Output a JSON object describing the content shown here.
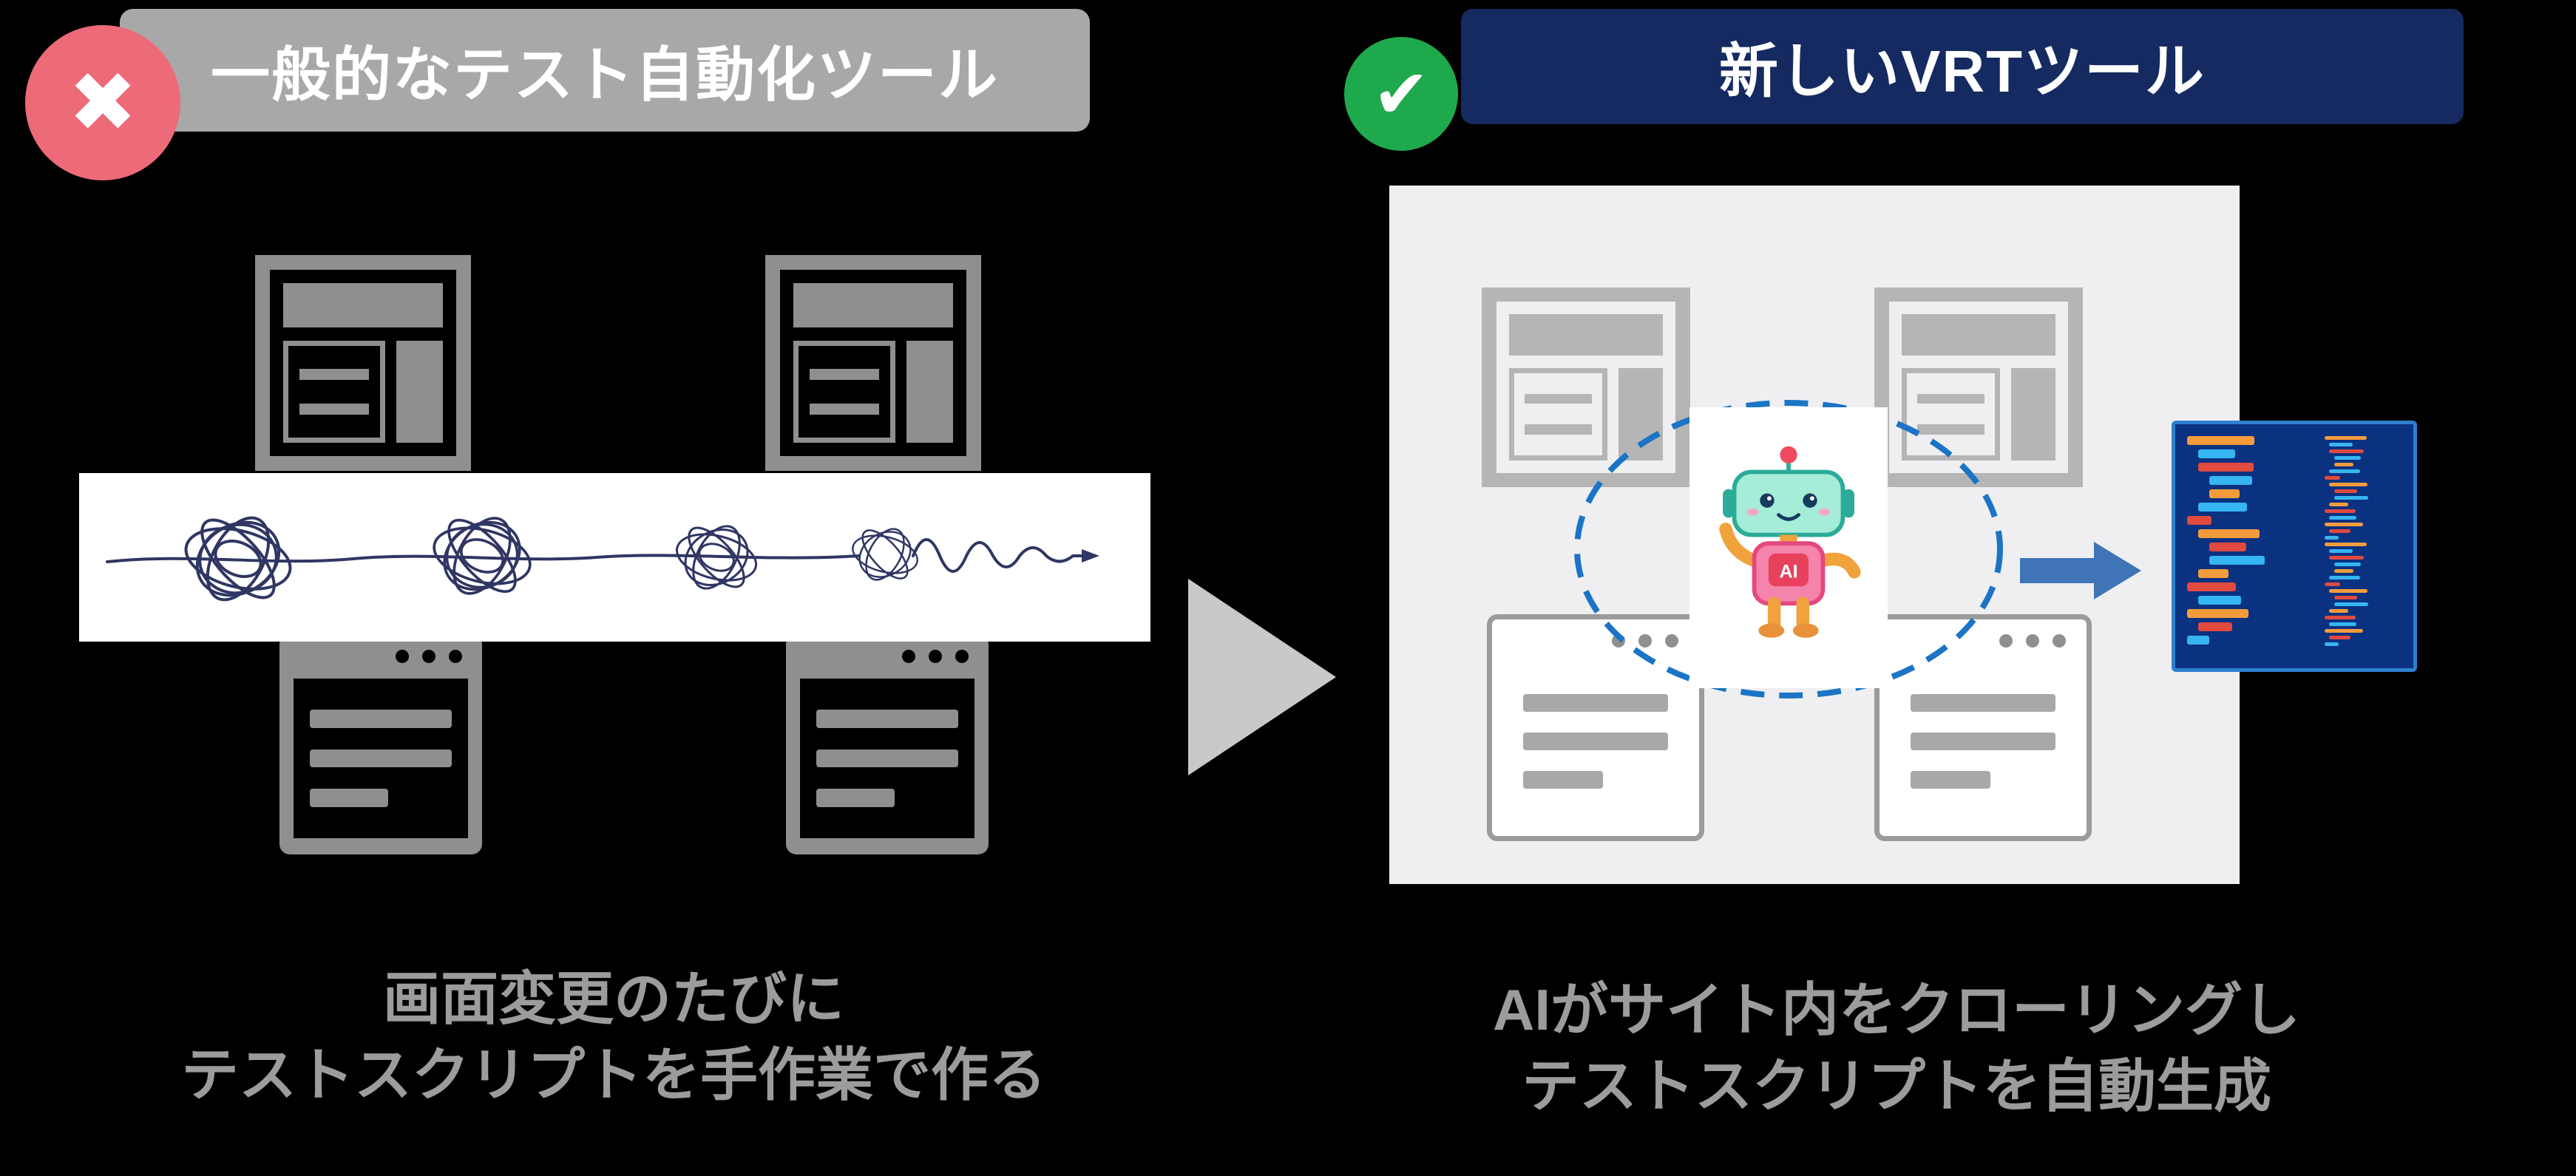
{
  "left_column": {
    "badge_glyph": "✖",
    "title": "一般的なテスト自動化ツール",
    "caption": [
      "画面変更のたびに",
      "テストスクリプトを手作業で作る"
    ]
  },
  "right_column": {
    "badge_glyph": "✔",
    "title": "新しいVRTツール",
    "caption": [
      "AIがサイト内をクローリングし",
      "テストスクリプトを自動生成"
    ],
    "robot_label": "AI"
  },
  "colors": {
    "background": "#000000",
    "cross_badge": "#ed6a78",
    "check_badge": "#1fa94d",
    "left_header_bg": "#a8a8a8",
    "right_header_bg": "#152a60",
    "panel_bg": "#efeff1",
    "icon_gray": "#8f8f8f",
    "light_icon_gray": "#b5b5b5",
    "caption_gray": "#9c9c9c",
    "scribble_navy": "#2f3663",
    "transition_arrow": "#c9c9c9",
    "ellipse_blue": "#1b74c5",
    "arrow_blue": "#3f74b6"
  },
  "code_editor": {
    "background": "#0b3181",
    "border": "#2e7fd0",
    "palette": {
      "orange": "#f49c3c",
      "red": "#e04a3f",
      "cyan": "#35b6f2",
      "blue": "#2a6fd4"
    },
    "lines": [
      {
        "i": 0,
        "w": 55,
        "c": "orange"
      },
      {
        "i": 1,
        "w": 30,
        "c": "cyan"
      },
      {
        "i": 1,
        "w": 45,
        "c": "red"
      },
      {
        "i": 2,
        "w": 35,
        "c": "cyan"
      },
      {
        "i": 2,
        "w": 25,
        "c": "orange"
      },
      {
        "i": 1,
        "w": 40,
        "c": "cyan"
      },
      {
        "i": 0,
        "w": 20,
        "c": "red"
      },
      {
        "i": 1,
        "w": 50,
        "c": "orange"
      },
      {
        "i": 2,
        "w": 30,
        "c": "red"
      },
      {
        "i": 2,
        "w": 45,
        "c": "cyan"
      },
      {
        "i": 1,
        "w": 25,
        "c": "orange"
      },
      {
        "i": 0,
        "w": 40,
        "c": "red"
      },
      {
        "i": 1,
        "w": 35,
        "c": "cyan"
      },
      {
        "i": 0,
        "w": 50,
        "c": "orange"
      },
      {
        "i": 1,
        "w": 28,
        "c": "red"
      },
      {
        "i": 0,
        "w": 18,
        "c": "cyan"
      }
    ]
  }
}
